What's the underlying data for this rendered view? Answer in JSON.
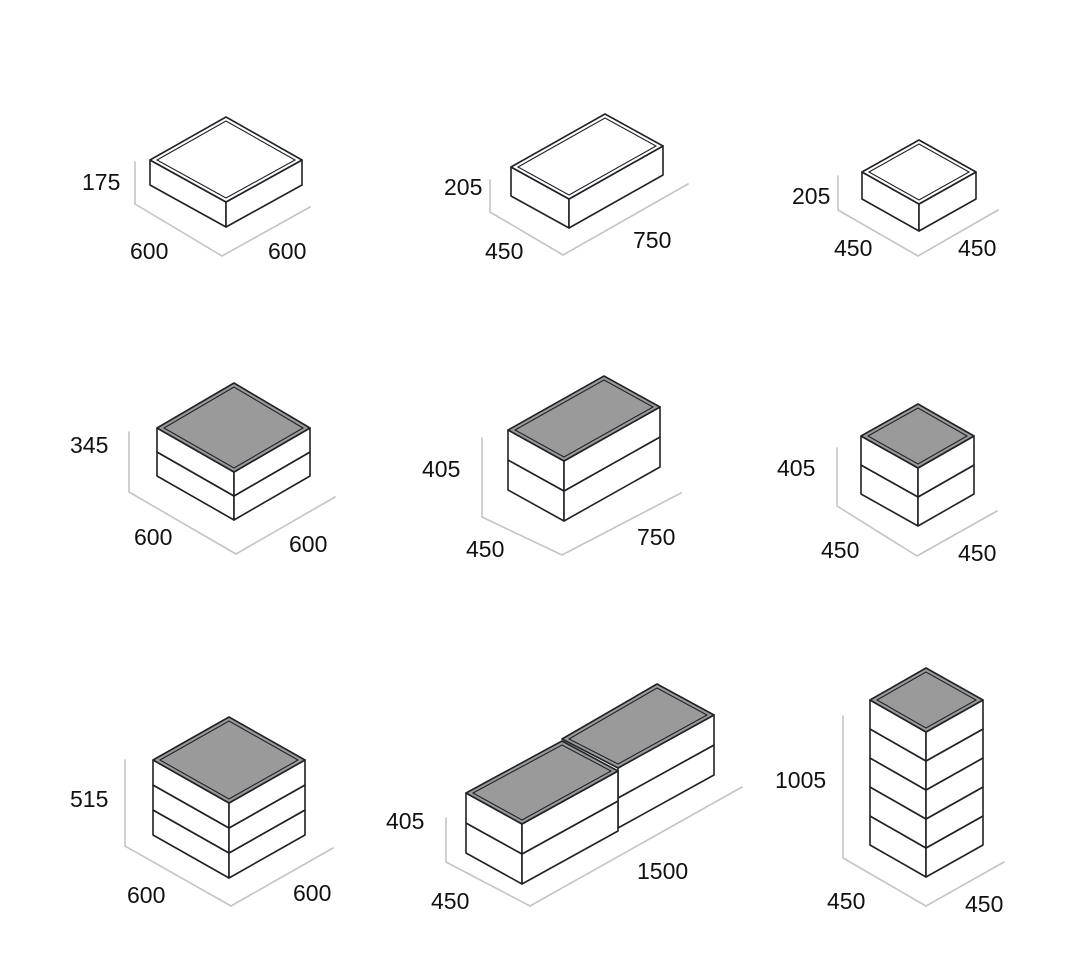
{
  "modules": [
    {
      "id": "module-600x600x175",
      "height": "175",
      "depth": "600",
      "width": "600"
    },
    {
      "id": "module-450x750x205",
      "height": "205",
      "depth": "450",
      "width": "750"
    },
    {
      "id": "module-450x450x205",
      "height": "205",
      "depth": "450",
      "width": "450"
    },
    {
      "id": "module-600x600x345",
      "height": "345",
      "depth": "600",
      "width": "600"
    },
    {
      "id": "module-450x750x405",
      "height": "405",
      "depth": "450",
      "width": "750"
    },
    {
      "id": "module-450x450x405",
      "height": "405",
      "depth": "450",
      "width": "450"
    },
    {
      "id": "module-600x600x515",
      "height": "515",
      "depth": "600",
      "width": "600"
    },
    {
      "id": "module-450x1500x405",
      "height": "405",
      "depth": "450",
      "width": "1500"
    },
    {
      "id": "module-450x450x1005",
      "height": "1005",
      "depth": "450",
      "width": "450"
    }
  ],
  "colors": {
    "outline": "#1f2226",
    "top_grey": "#9a9a9a",
    "dimension_line": "#c4c4c4",
    "label": "#111111"
  }
}
